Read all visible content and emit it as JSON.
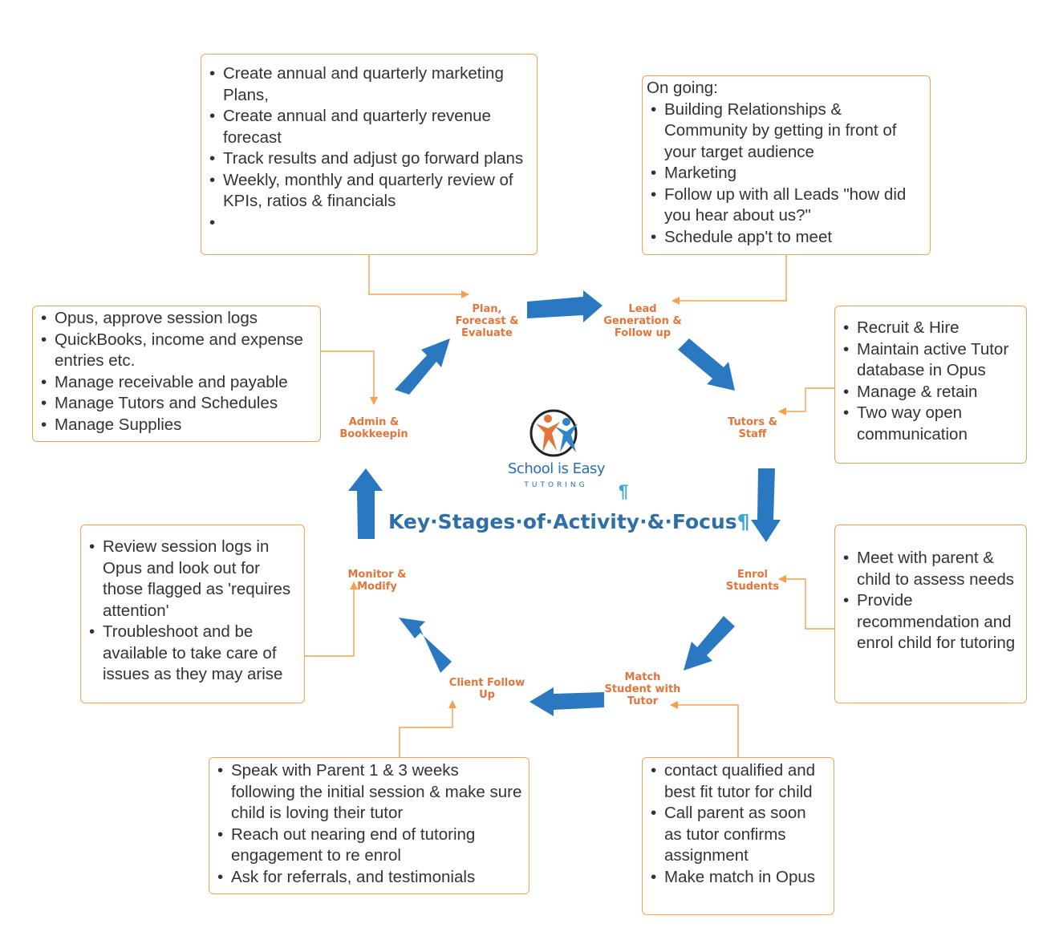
{
  "center": {
    "logo_name": "School is Easy",
    "logo_sub": "TUTORING",
    "title": "Key·Stages·of·Activity·&·Focus",
    "pilcrow": "¶"
  },
  "stages": {
    "plan": "Plan,\nForecast &\nEvaluate",
    "lead": "Lead\nGeneration &\nFollow up",
    "tutors": "Tutors &\nStaff",
    "enrol": "Enrol\nStudents",
    "match": "Match\nStudent with\nTutor",
    "client": "Client Follow\nUp",
    "monitor": "Monitor &\nModify",
    "admin": "Admin &\nBookkeepin"
  },
  "boxes": {
    "plan": {
      "items": [
        "Create annual and quarterly marketing Plans,",
        "Create annual and quarterly revenue forecast",
        "Track results and adjust go forward plans",
        "Weekly, monthly and quarterly review of KPIs, ratios & financials",
        ""
      ]
    },
    "lead": {
      "heading": "On going:",
      "items": [
        "Building Relationships & Community by getting in front of your target audience",
        "Marketing",
        "Follow up with all Leads \"how did you hear about us?\"",
        "Schedule app't to meet"
      ]
    },
    "tutors": {
      "items": [
        "Recruit & Hire",
        "Maintain active Tutor database in Opus",
        "Manage & retain",
        "Two way open communication"
      ]
    },
    "enrol": {
      "items": [
        "Meet with parent & child to assess needs",
        "Provide recommendation and enrol child for tutoring"
      ]
    },
    "match": {
      "items": [
        "contact qualified and best fit tutor for child",
        "Call parent as soon as tutor confirms assignment",
        "Make match in Opus"
      ]
    },
    "client": {
      "items": [
        "Speak with Parent  1 & 3 weeks following the initial session & make sure child is loving their tutor",
        "Reach out nearing end of tutoring engagement to re enrol",
        "Ask for referrals, and testimonials"
      ]
    },
    "monitor": {
      "items": [
        "Review session logs in Opus and look out for those flagged as 'requires attention'",
        "Troubleshoot and be available to take care of issues as they may arise"
      ]
    },
    "admin": {
      "items": [
        "Opus, approve session logs",
        "QuickBooks, income and expense entries etc.",
        "Manage receivable and payable",
        "Manage Tutors and Schedules",
        "Manage Supplies"
      ]
    }
  },
  "colors": {
    "cycle_arrow": "#2a78bf",
    "connector": "#f5a04a",
    "box_border": "#f0a45a",
    "stage_label": "#e2753a",
    "title": "#2e6fa8"
  }
}
